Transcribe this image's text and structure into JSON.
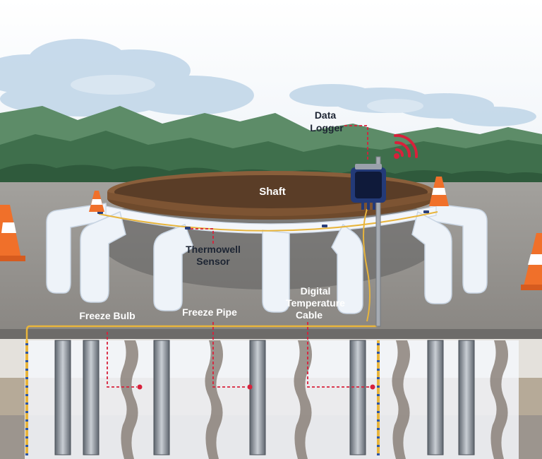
{
  "labels": {
    "data_logger_line1": "Data",
    "data_logger_line2": "Logger",
    "shaft": "Shaft",
    "thermowell_line1": "Thermowell",
    "thermowell_line2": "Sensor",
    "freeze_bulb": "Freeze Bulb",
    "freeze_pipe": "Freeze Pipe",
    "dtc_line1": "Digital",
    "dtc_line2": "Temperature",
    "dtc_line3": "Cable"
  },
  "colors": {
    "callout_line": "#d8213b",
    "cable": "#e8b53c",
    "frost": "#f3f6fb",
    "shaft_rim": "#7a5433",
    "shaft_inner": "#5d3f28",
    "ground": "#8f8d8a",
    "wifi": "#d8213b",
    "cone": "#f0702a"
  },
  "icons": {
    "wireless": "wifi-signal-icon",
    "logger": "data-logger-device-icon",
    "cones": "traffic-cone-icon"
  }
}
